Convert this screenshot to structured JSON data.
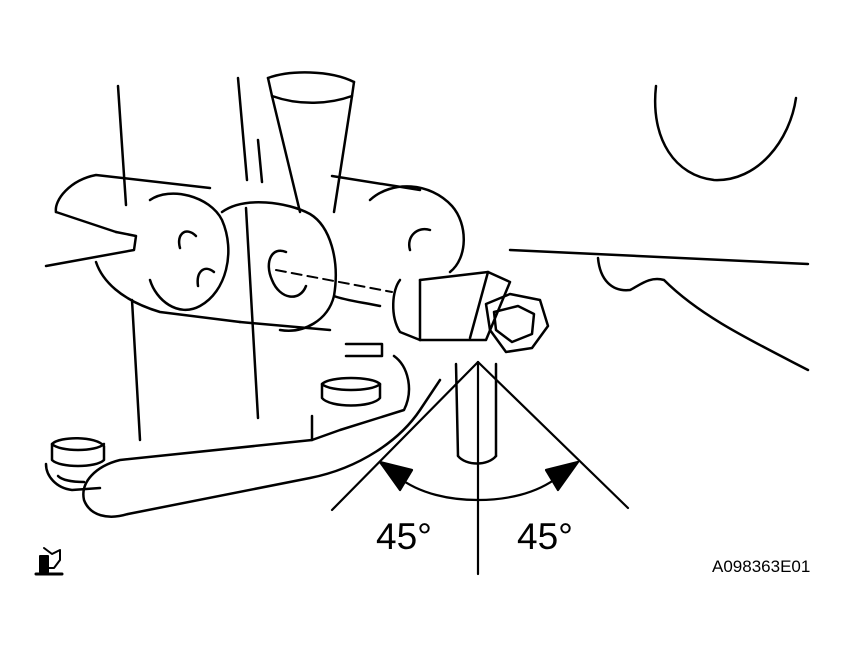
{
  "colors": {
    "line": "#000000",
    "background": "#ffffff"
  },
  "icons": {
    "corner_symbol": "grease-applicator-icon"
  },
  "angles": {
    "left": "45°",
    "right": "45°"
  },
  "figure_code": "A098363E01"
}
